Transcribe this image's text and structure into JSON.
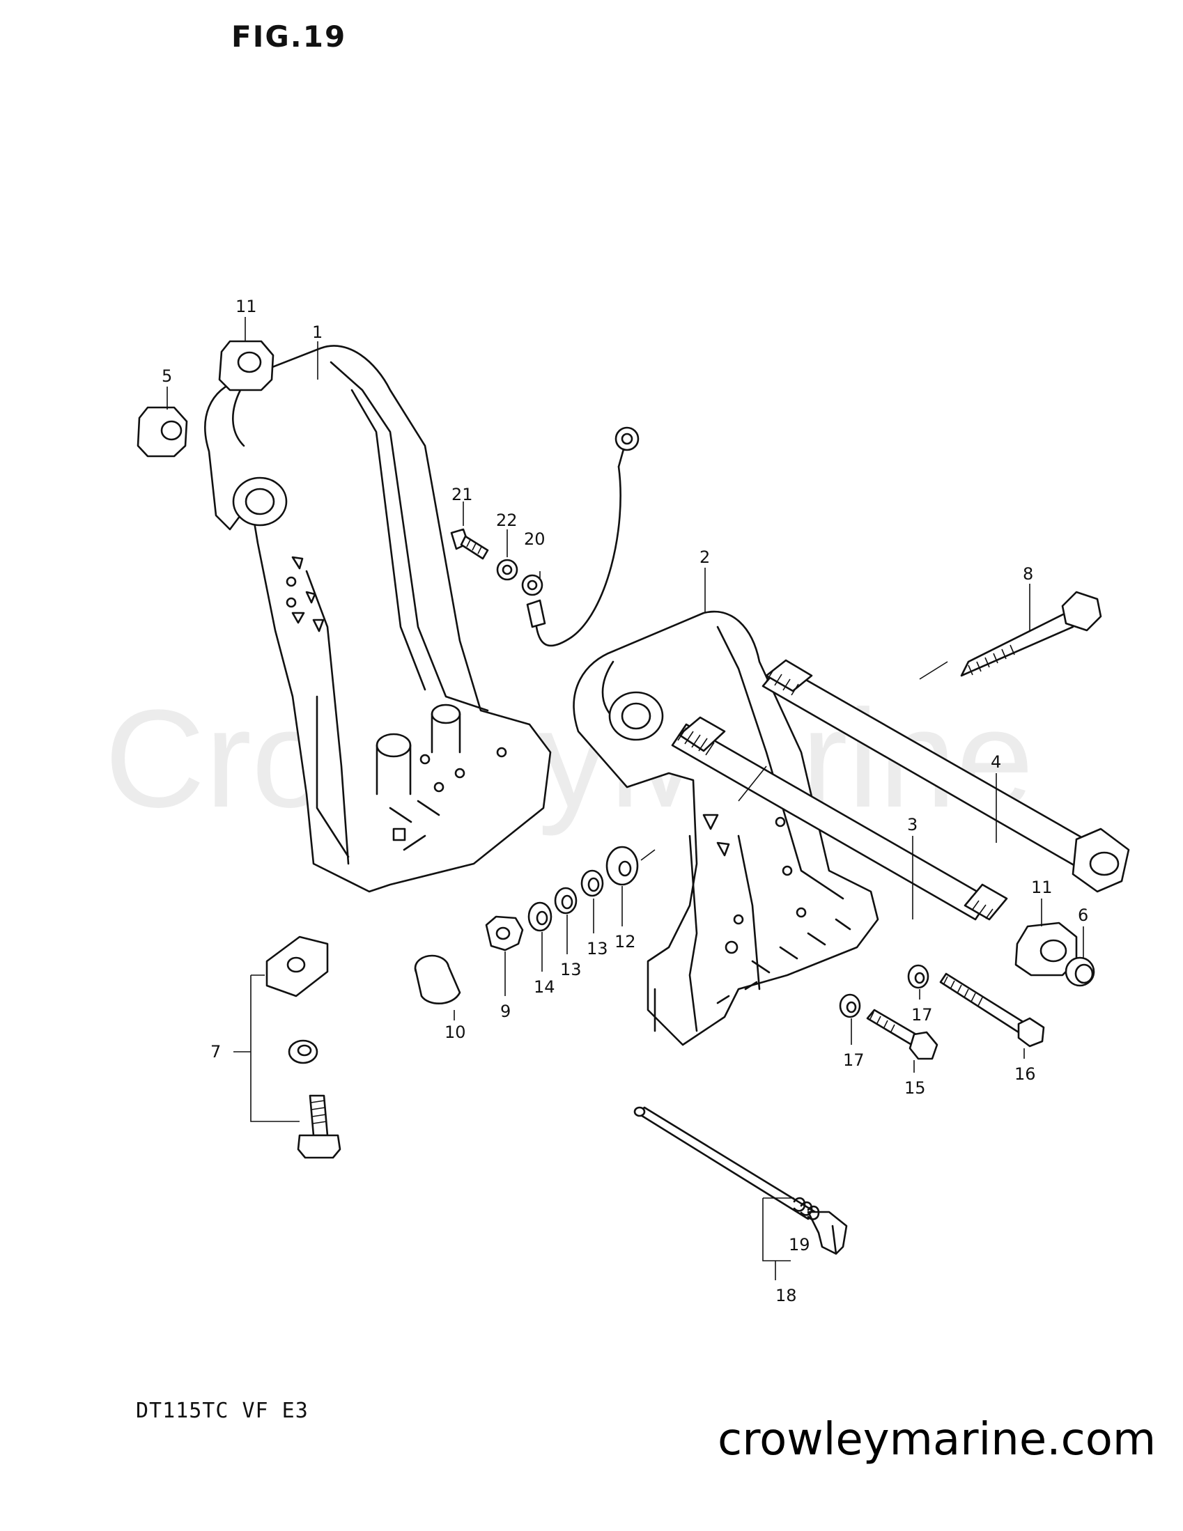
{
  "figure": {
    "title": "FIG.19",
    "model_code": "DT115TC VF E3",
    "watermark": "CrowleyMarine",
    "site_url": "crowleymarine.com"
  },
  "callouts": [
    {
      "id": "c1",
      "text": "1"
    },
    {
      "id": "c2",
      "text": "2"
    },
    {
      "id": "c3",
      "text": "3"
    },
    {
      "id": "c4",
      "text": "4"
    },
    {
      "id": "c5",
      "text": "5"
    },
    {
      "id": "c6",
      "text": "6"
    },
    {
      "id": "c7",
      "text": "7"
    },
    {
      "id": "c8",
      "text": "8"
    },
    {
      "id": "c9",
      "text": "9"
    },
    {
      "id": "c10",
      "text": "10"
    },
    {
      "id": "c11a",
      "text": "11"
    },
    {
      "id": "c11b",
      "text": "11"
    },
    {
      "id": "c12",
      "text": "12"
    },
    {
      "id": "c13a",
      "text": "13"
    },
    {
      "id": "c13b",
      "text": "13"
    },
    {
      "id": "c14",
      "text": "14"
    },
    {
      "id": "c15",
      "text": "15"
    },
    {
      "id": "c16",
      "text": "16"
    },
    {
      "id": "c17a",
      "text": "17"
    },
    {
      "id": "c17b",
      "text": "17"
    },
    {
      "id": "c18",
      "text": "18"
    },
    {
      "id": "c19",
      "text": "19"
    },
    {
      "id": "c20",
      "text": "20"
    },
    {
      "id": "c21",
      "text": "21"
    },
    {
      "id": "c22",
      "text": "22"
    }
  ]
}
